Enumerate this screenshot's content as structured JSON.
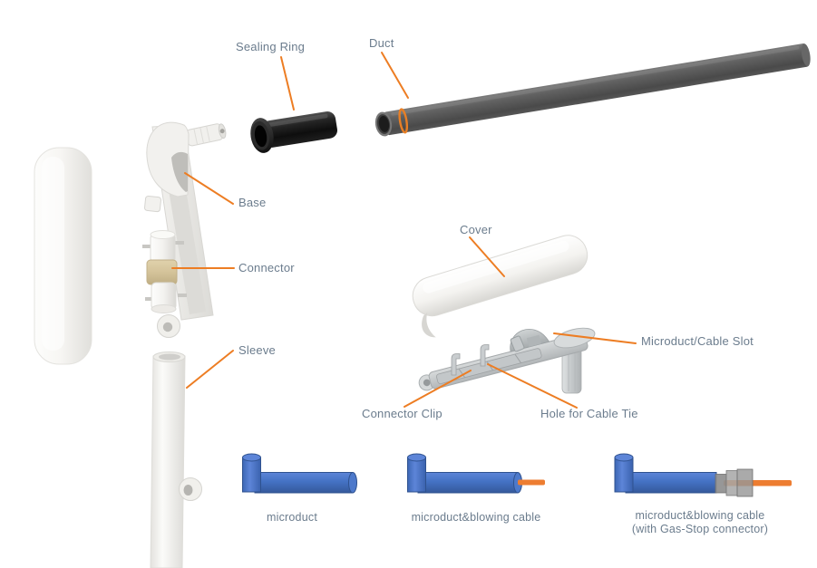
{
  "diagram": {
    "title_context": "duct coupler exploded parts diagram",
    "labels": {
      "sealing_ring": "Sealing Ring",
      "duct": "Duct",
      "base": "Base",
      "connector": "Connector",
      "sleeve": "Sleeve",
      "cover": "Cover",
      "microduct_cable_slot": "Microduct/Cable Slot",
      "connector_clip": "Connector Clip",
      "hole_for_cable_tie": "Hole for Cable Tie"
    },
    "captions": {
      "microduct": "microduct",
      "microduct_blowing_cable": "microduct&blowing cable",
      "gasstop_line1": "microduct&blowing cable",
      "gasstop_line2": "(with Gas-Stop connector)"
    },
    "colors": {
      "label_text": "#6b7c8d",
      "leader_line": "#ed7d23",
      "microduct_blue": "#4472c4",
      "microduct_blue_dark": "#2f528f",
      "cable_orange": "#ed7d31",
      "duct_gray": "#5a5a5a",
      "sealing_ring_black": "#1a1a1a",
      "plastic_white": "#f2f1ee",
      "tray_gray": "#c3c7c9",
      "connector_tan": "#d4c39a"
    }
  }
}
